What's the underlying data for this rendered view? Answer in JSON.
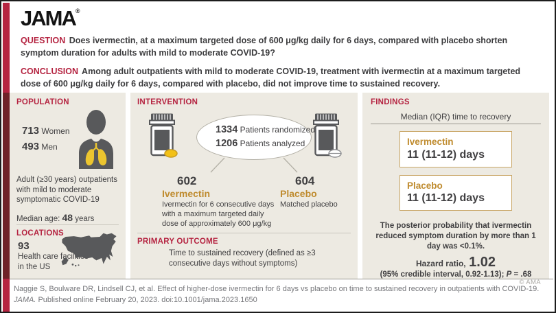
{
  "header": {
    "logo": "JAMA",
    "logo_mark": "®",
    "question_label": "QUESTION",
    "question_text": "Does ivermectin, at a maximum targeted dose of 600 μg/kg daily for 6 days, compared with placebo shorten symptom duration for adults with mild to moderate COVID-19?",
    "conclusion_label": "CONCLUSION",
    "conclusion_text": "Among adult outpatients with mild to moderate COVID-19, treatment with ivermectin at a maximum targeted dose of 600 μg/kg daily for 6 days, compared with placebo, did not improve time to sustained recovery."
  },
  "population": {
    "heading": "POPULATION",
    "women_count": "713",
    "women_label": "Women",
    "men_count": "493",
    "men_label": "Men",
    "description": "Adult (≥30 years) outpatients with mild to moderate symptomatic COVID-19",
    "median_age_label": "Median age:",
    "median_age_value": "48",
    "median_age_unit": "years",
    "icon": "person-lungs-icon"
  },
  "locations": {
    "heading": "LOCATIONS",
    "count": "93",
    "description": "Health care facilities in the US",
    "icon": "us-map-icon"
  },
  "intervention": {
    "heading": "INTERVENTION",
    "randomized_count": "1334",
    "randomized_label": "Patients randomized",
    "analyzed_count": "1206",
    "analyzed_label": "Patients analyzed",
    "arm_left": {
      "count": "602",
      "name": "Ivermectin",
      "description": "Ivermectin for 6 consecutive days with a maximum targeted daily dose of approximately 600 μg/kg",
      "icon": "pill-bottle-icon"
    },
    "arm_right": {
      "count": "604",
      "name": "Placebo",
      "description": "Matched placebo",
      "icon": "pill-bottle-icon"
    }
  },
  "primary_outcome": {
    "heading": "PRIMARY OUTCOME",
    "text": "Time to sustained recovery (defined as ≥3 consecutive days without symptoms)"
  },
  "findings": {
    "heading": "FINDINGS",
    "subtitle": "Median (IQR) time to recovery",
    "results": [
      {
        "name": "Ivermectin",
        "value": "11 (11-12) days"
      },
      {
        "name": "Placebo",
        "value": "11 (11-12) days"
      }
    ],
    "posterior_text": "The posterior probability that ivermectin reduced symptom duration by more than 1 day was <0.1%.",
    "hazard_label": "Hazard ratio,",
    "hazard_value": "1.02",
    "interval_prefix": "(95% credible interval, 0.92-1.13); ",
    "p_label": "P",
    "p_value": " = .68",
    "copyright": "© AMA"
  },
  "footer": {
    "citation_before": "Naggie S, Boulware DR, Lindsell CJ, et al. Effect of higher-dose ivermectin for 6 days vs placebo on time to sustained recovery in outpatients with COVID-19. ",
    "citation_italic": "JAMA.",
    "citation_after": " Published online February 20, 2023. doi:10.1001/jama.2023.1650"
  },
  "colors": {
    "accent_red": "#b52441",
    "maroon_bar": "#6f2228",
    "panel_beige": "#edeae2",
    "gold_accent": "#bf8b2e",
    "gold_border": "#c8a463",
    "dark_text": "#414042",
    "icon_gray": "#58595b",
    "lung_yellow": "#ecc52f"
  }
}
